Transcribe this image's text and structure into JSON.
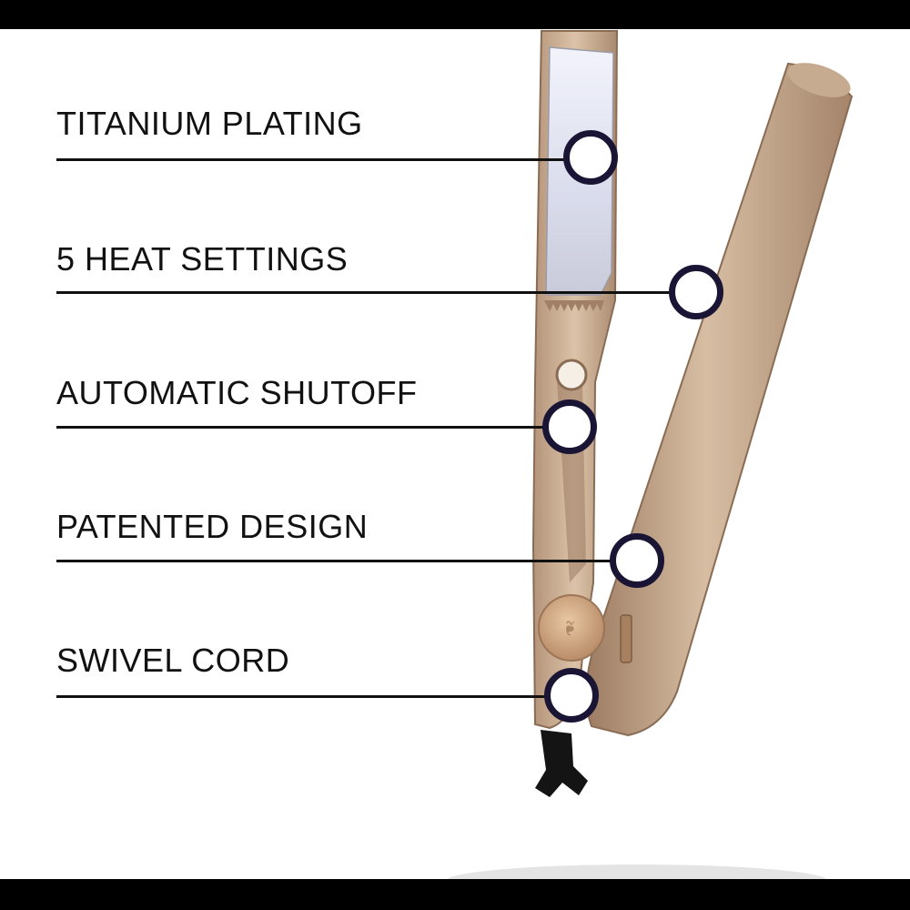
{
  "features": [
    {
      "label": "TITANIUM PLATING"
    },
    {
      "label": "5 HEAT SETTINGS"
    },
    {
      "label": "AUTOMATIC SHUTOFF"
    },
    {
      "label": "PATENTED DESIGN"
    },
    {
      "label": "SWIVEL CORD"
    }
  ],
  "colors": {
    "text": "#111111",
    "marker_ring": "#1b1535",
    "iron_gold": "#c9a98a",
    "plate": "#e4e7f3",
    "bars": "#000000"
  }
}
